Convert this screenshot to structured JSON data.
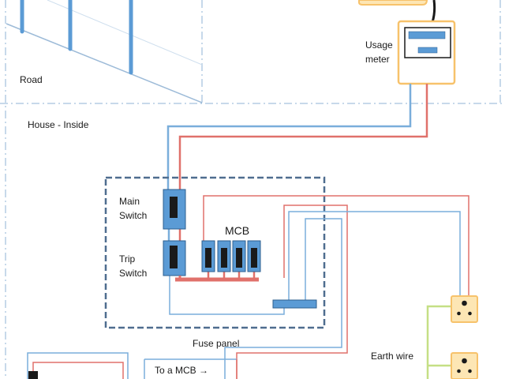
{
  "labels": {
    "road": "Road",
    "house_inside": "House - Inside",
    "usage_meter_line1": "Usage",
    "usage_meter_line2": "meter",
    "main_switch_line1": "Main",
    "main_switch_line2": "Switch",
    "trip_switch_line1": "Trip",
    "trip_switch_line2": "Switch",
    "mcb": "MCB",
    "fuse_panel": "Fuse panel",
    "earth_wire": "Earth wire",
    "to_a_mcb": "To a MCB →"
  },
  "colors": {
    "live_wire": "#e0716b",
    "neutral_wire": "#7aaedb",
    "earth_wire": "#c5df85",
    "device_fill": "#5b9bd5",
    "device_dark": "#1a1a1a",
    "meter_border": "#f7c26b",
    "socket_fill": "#fde6b4",
    "boundary_line": "#8fb3d6",
    "panel_border": "#4f6d8f"
  }
}
